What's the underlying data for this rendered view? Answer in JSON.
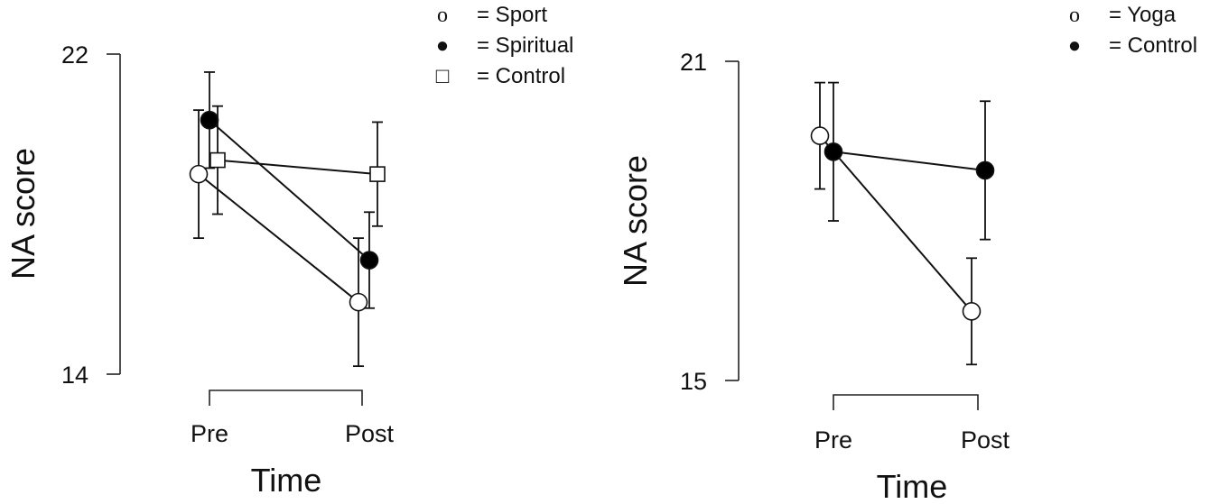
{
  "chart_data": [
    {
      "type": "line",
      "ylabel": "NA score",
      "xlabel": "Time",
      "categories": [
        "Pre",
        "Post"
      ],
      "ylim": [
        14,
        22
      ],
      "yticks": [
        14,
        22
      ],
      "legend_position": "top-right",
      "series": [
        {
          "name": "= Sport",
          "symbol": "o",
          "marker": "open-circle",
          "values": [
            19.0,
            15.8
          ],
          "error": [
            1.6,
            1.6
          ]
        },
        {
          "name": "= Spiritual",
          "symbol": "●",
          "marker": "filled-circle",
          "values": [
            20.35,
            16.85
          ],
          "error": [
            1.2,
            1.2
          ]
        },
        {
          "name": "= Control",
          "symbol": "□",
          "marker": "open-square",
          "values": [
            19.35,
            19.0
          ],
          "error": [
            1.35,
            1.3
          ]
        }
      ]
    },
    {
      "type": "line",
      "ylabel": "NA score",
      "xlabel": "Time",
      "categories": [
        "Pre",
        "Post"
      ],
      "ylim": [
        15,
        21
      ],
      "yticks": [
        15,
        21
      ],
      "legend_position": "top-right",
      "series": [
        {
          "name": "= Yoga",
          "symbol": "o",
          "marker": "open-circle",
          "values": [
            19.6,
            16.3
          ],
          "error": [
            1.0,
            1.0
          ]
        },
        {
          "name": "= Control",
          "symbol": "●",
          "marker": "filled-circle",
          "values": [
            19.3,
            18.95
          ],
          "error": [
            1.3,
            1.3
          ]
        }
      ]
    }
  ]
}
